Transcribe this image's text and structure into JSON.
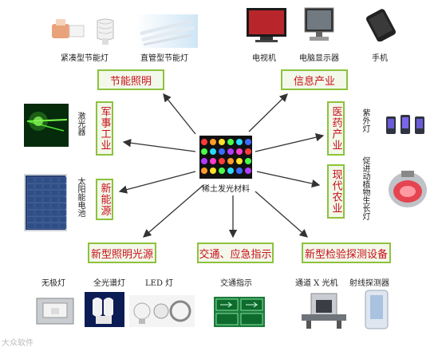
{
  "center": {
    "label": "稀土发光材料"
  },
  "boxes": {
    "energy_saving": "节能照明",
    "info_industry": "信息产业",
    "military": "军事工业",
    "medical": "医药产业",
    "new_energy": "新能源",
    "modern_agri": "现代农业",
    "new_light": "新型照明光源",
    "traffic": "交通、应急指示",
    "detection": "新型检验探测设备"
  },
  "captions": {
    "compact_lamp": "紧凑型节能灯",
    "tube_lamp": "直管型节能灯",
    "tv": "电视机",
    "monitor": "电脑显示器",
    "phone": "手机",
    "laser": "激光器",
    "solar": "太阳能电池",
    "uv_lamp": "紫外灯",
    "plant_lamp": "促进动植物生长灯",
    "electrodeless": "无极灯",
    "spectrum_lamp": "全光谱灯",
    "led_lamp": "LED 灯",
    "traffic_sign": "交通指示",
    "xray": "通道 X 光机",
    "ray_detector": "射线探测器"
  },
  "watermark": "大众软件",
  "colors": {
    "box_border": "#8dc23c",
    "box_text": "#c8101b",
    "arrow": "#333333"
  }
}
